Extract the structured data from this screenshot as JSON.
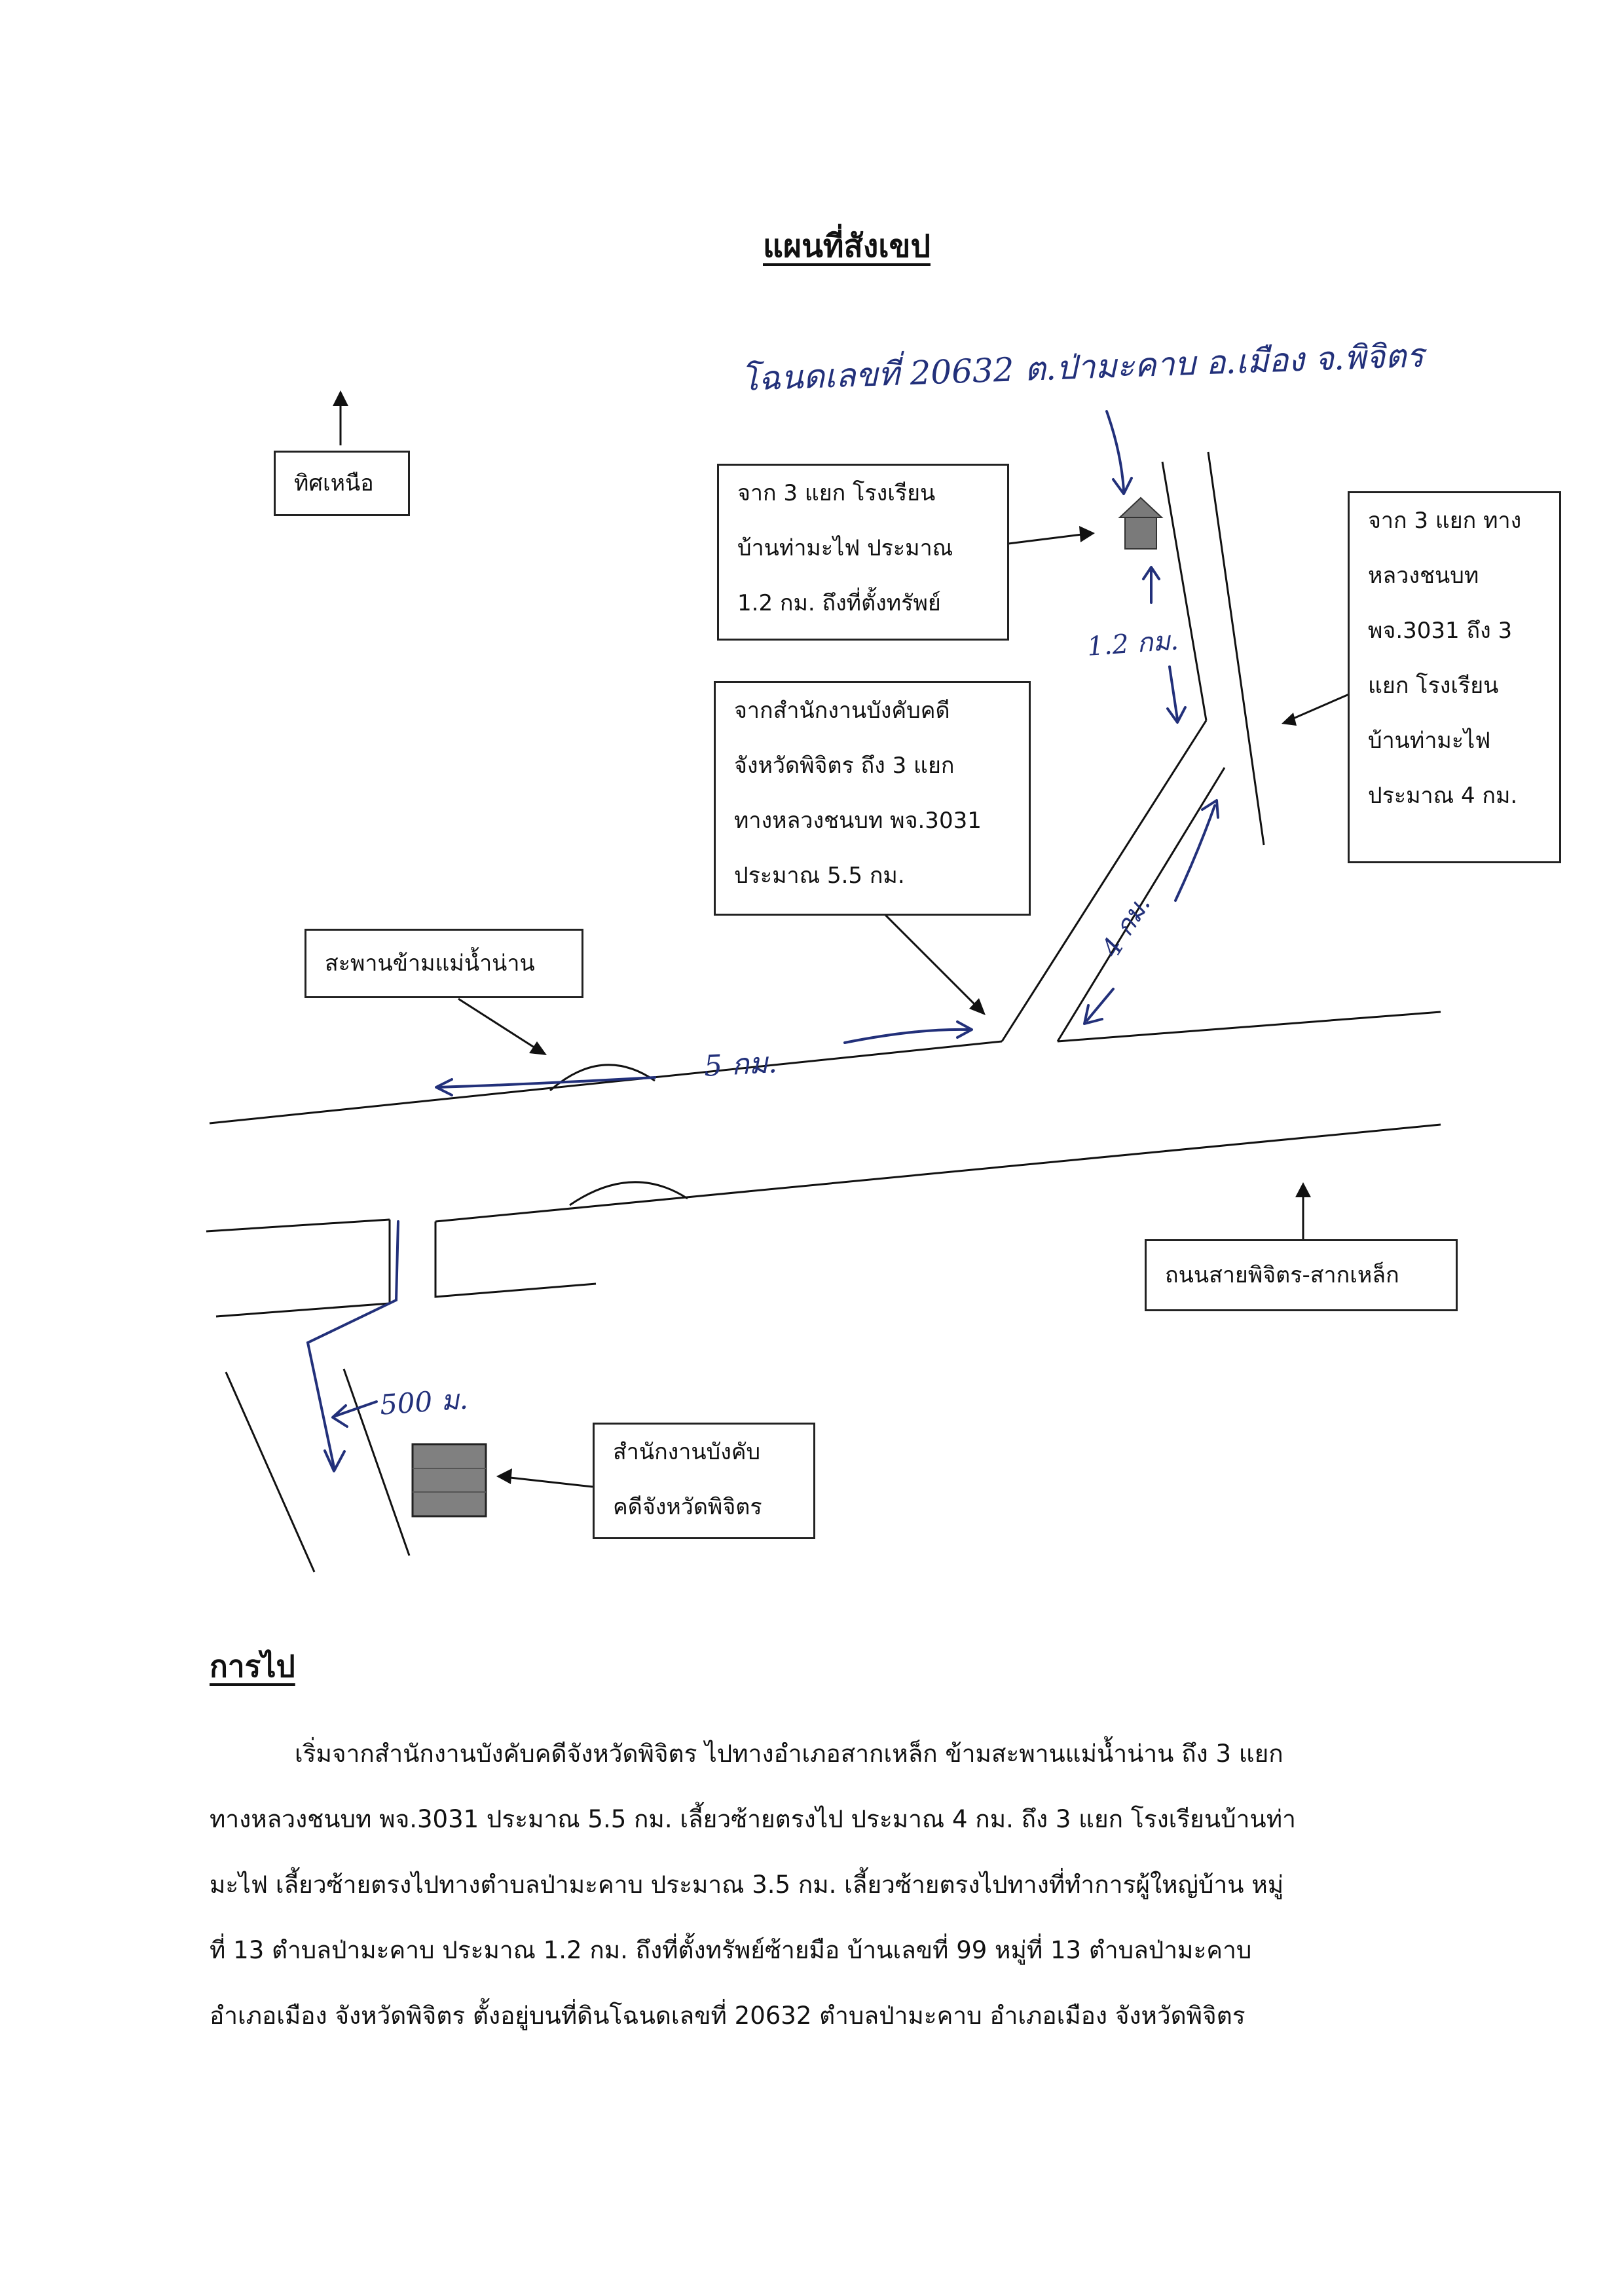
{
  "title": "แผนที่สังเขป",
  "map": {
    "north_label": "ทิศเหนือ",
    "box_village_school": [
      "จาก 3 แยก โรงเรียน",
      "บ้านท่ามะไฟ ประมาณ",
      "1.2 กม. ถึงที่ตั้งทรัพย์"
    ],
    "box_highway": [
      "จาก 3 แยก ทาง",
      "หลวงชนบท",
      "พจ.3031 ถึง 3",
      "แยก โรงเรียน",
      "บ้านท่ามะไฟ",
      "ประมาณ 4 กม."
    ],
    "box_office_route": [
      "จากสำนักงานบังคับคดี",
      "จังหวัดพิจิตร ถึง 3 แยก",
      "ทางหลวงชนบท พจ.3031",
      "ประมาณ 5.5 กม."
    ],
    "box_bridge": "สะพานข้ามแม่น้ำน่าน",
    "box_road": "ถนนสายพิจิตร-สากเหล็ก",
    "box_office": [
      "สำนักงานบังคับ",
      "คดีจังหวัดพิจิตร"
    ],
    "handwritten_deed": "โฉนดเลขที่ 20632 ต.ป่ามะคาบ อ.เมือง จ.พิจิตร",
    "dist_1_2": "1.2 กม.",
    "dist_4": "4 กม.",
    "dist_5": "5 กม.",
    "dist_500": "500 ม.",
    "colors": {
      "ink": "#22307a",
      "marker": "#7a7a7a",
      "line": "#111111"
    }
  },
  "directions": {
    "heading": "การไป",
    "lines": [
      "เริ่มจากสำนักงานบังคับคดีจังหวัดพิจิตร ไปทางอำเภอสากเหล็ก ข้ามสะพานแม่น้ำน่าน ถึง 3 แยก",
      "ทางหลวงชนบท พจ.3031 ประมาณ 5.5 กม. เลี้ยวซ้ายตรงไป ประมาณ 4 กม.  ถึง 3 แยก โรงเรียนบ้านท่า",
      "มะไฟ เลี้ยวซ้ายตรงไปทางตำบลป่ามะคาบ ประมาณ 3.5 กม. เลี้ยวซ้ายตรงไปทางที่ทำการผู้ใหญ่บ้าน หมู่",
      "ที่ 13  ตำบลป่ามะคาบ ประมาณ 1.2 กม. ถึงที่ตั้งทรัพย์ซ้ายมือ บ้านเลขที่ 99 หมู่ที่ 13  ตำบลป่ามะคาบ",
      "อำเภอเมือง จังหวัดพิจิตร ตั้งอยู่บนที่ดินโฉนดเลขที่ 20632 ตำบลป่ามะคาบ อำเภอเมือง จังหวัดพิจิตร"
    ]
  }
}
